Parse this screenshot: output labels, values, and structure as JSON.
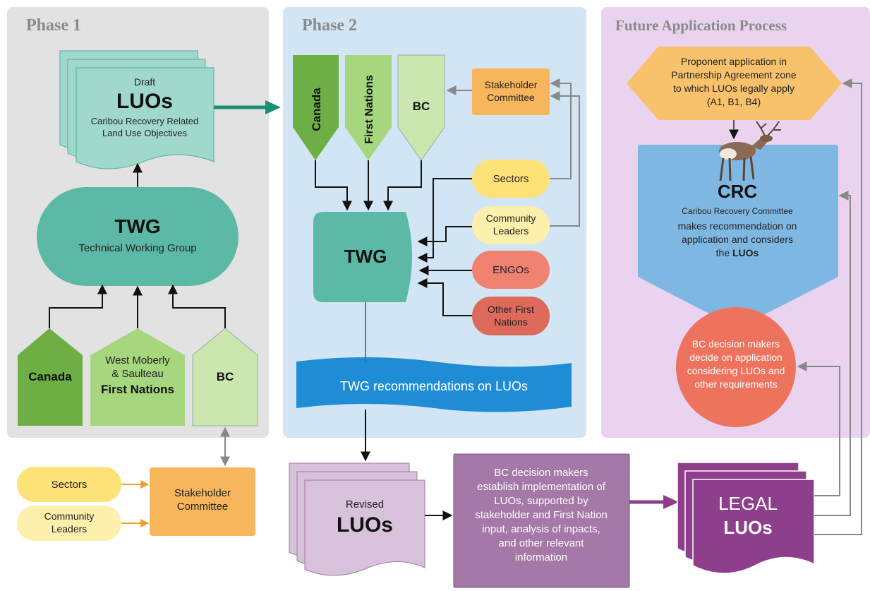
{
  "colors": {
    "phase1_bg": "#e2e2e2",
    "phase2_bg": "#d1e5f4",
    "future_bg": "#e9d3ef",
    "teal": "#5cb9a5",
    "teal_light": "#a0d8cc",
    "dark_green": "#6dae45",
    "mid_green": "#a6d67e",
    "light_green": "#cbe6ae",
    "orange": "#f7b65b",
    "yellow": "#fde278",
    "light_yellow": "#fdefac",
    "salmon": "#f18171",
    "red": "#dd6a5b",
    "blue": "#1f8dd6",
    "sky": "#7fb7e3",
    "lavender": "#d8c1db",
    "plum": "#a478a7",
    "purple": "#8e3f8c",
    "hex_orange": "#f8c16b"
  },
  "phase1": {
    "title": "Phase 1",
    "draft": {
      "line1": "Draft",
      "line2": "LUOs",
      "line3": "Caribou Recovery Related",
      "line4": "Land Use Objectives"
    },
    "twg": {
      "title": "TWG",
      "subtitle": "Technical Working Group"
    },
    "canada": "Canada",
    "first_nations": {
      "line1": "West Moberly",
      "line2": "& Saulteau",
      "line3": "First Nations"
    },
    "bc": "BC"
  },
  "bottom_left": {
    "sectors": "Sectors",
    "community": {
      "line1": "Community",
      "line2": "Leaders"
    },
    "stakeholder": {
      "line1": "Stakeholder",
      "line2": "Committee"
    }
  },
  "phase2": {
    "title": "Phase 2",
    "canada": "Canada",
    "first_nations": "First Nations",
    "bc": "BC",
    "stakeholder": {
      "line1": "Stakeholder",
      "line2": "Committee"
    },
    "sectors": "Sectors",
    "community": {
      "line1": "Community",
      "line2": "Leaders"
    },
    "engos": "ENGOs",
    "other_fn": {
      "line1": "Other First",
      "line2": "Nations"
    },
    "twg": "TWG",
    "banner": "TWG recommendations on LUOs"
  },
  "future": {
    "title": "Future Application Process",
    "proponent": {
      "line1": "Proponent application in",
      "line2": "Partnership Agreement zone",
      "line3": "to which LUOs legally apply",
      "line4": "(A1, B1, B4)"
    },
    "crc": {
      "title": "CRC",
      "line1": "Caribou Recovery Committee",
      "line2": "makes recommendation on",
      "line3": "application and considers",
      "line4a": "the ",
      "line4b": "LUOs"
    },
    "bc_decide": {
      "line1": "BC decision makers",
      "line2": "decide on application",
      "line3": "considering LUOs and",
      "line4": "other requirements"
    }
  },
  "bottom": {
    "revised": {
      "line1": "Revised",
      "line2": "LUOs"
    },
    "bc_establish": {
      "line1": "BC decision makers",
      "line2": "establish implementation of",
      "line3": "LUOs, supported by",
      "line4": "stakeholder and First Nation",
      "line5": "input, analysis of inpacts,",
      "line6": "and other relevant",
      "line7": "information"
    },
    "legal": {
      "line1": "LEGAL",
      "line2": "LUOs"
    }
  }
}
